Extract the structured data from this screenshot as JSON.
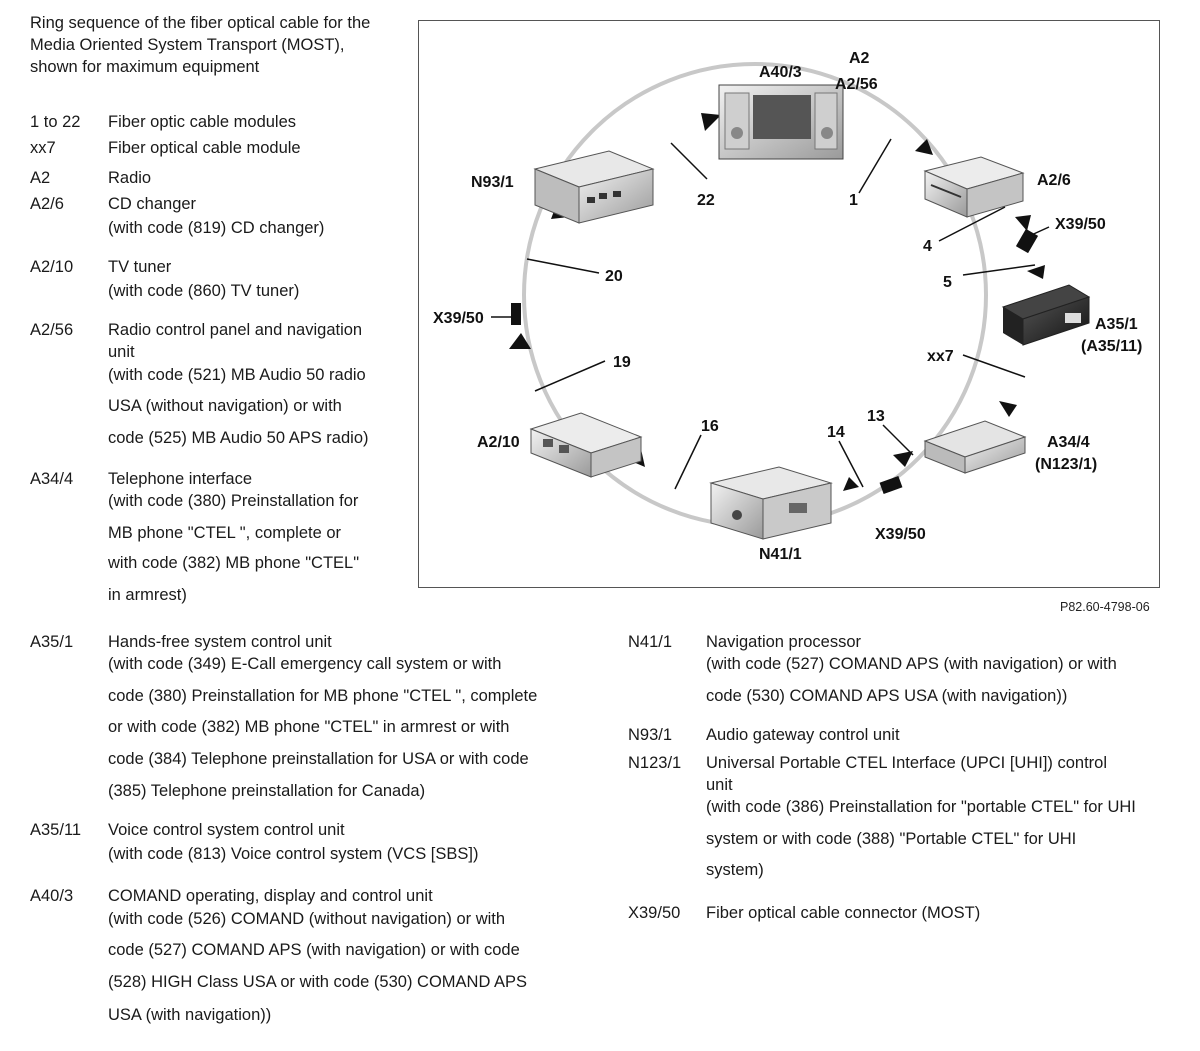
{
  "intro": "Ring sequence of the fiber optical cable for the Media Oriented System Transport (MOST), shown for maximum equipment",
  "legend_left": [
    {
      "code": "1 to 22",
      "lines": [
        "Fiber optic cable modules"
      ]
    },
    {
      "code": "xx7",
      "lines": [
        "Fiber optical cable module"
      ]
    },
    {
      "code": "A2",
      "lines": [
        "Radio"
      ]
    },
    {
      "code": "A2/6",
      "lines": [
        "CD changer",
        "(with code (819) CD changer)"
      ]
    },
    {
      "code": "A2/10",
      "lines": [
        "TV tuner",
        "(with code (860) TV tuner)"
      ]
    },
    {
      "code": "A2/56",
      "lines": [
        "Radio control panel and navigation",
        "unit",
        "(with code (521) MB Audio 50 radio",
        "USA (without navigation) or with",
        "code (525) MB Audio 50 APS radio)"
      ]
    },
    {
      "code": "A34/4",
      "lines": [
        "Telephone interface",
        "(with code (380) Preinstallation for",
        "MB phone \"CTEL \", complete or",
        "with code (382) MB phone \"CTEL\"",
        "in armrest)"
      ]
    }
  ],
  "legend_bottom_left": [
    {
      "code": "A35/1",
      "lines": [
        "Hands-free system control unit",
        "(with code (349) E-Call emergency call system or with",
        "code (380) Preinstallation for MB phone \"CTEL \", complete",
        "or with code (382) MB phone \"CTEL\" in armrest or with",
        "code (384) Telephone preinstallation for USA or with code",
        "(385) Telephone preinstallation for Canada)"
      ]
    },
    {
      "code": "A35/11",
      "lines": [
        "Voice control system control unit",
        "(with code (813) Voice control system (VCS [SBS])"
      ]
    },
    {
      "code": "A40/3",
      "lines": [
        "COMAND operating, display and control unit",
        "(with code (526) COMAND (without navigation) or with",
        "code (527) COMAND APS (with navigation) or with code",
        "(528) HIGH Class USA or with code (530) COMAND APS",
        "USA (with navigation))"
      ]
    }
  ],
  "legend_bottom_right": [
    {
      "code": "N41/1",
      "lines": [
        "Navigation processor",
        "(with code (527) COMAND APS (with navigation) or with",
        "code (530) COMAND APS USA (with navigation))"
      ]
    },
    {
      "code": "N93/1",
      "lines": [
        "Audio gateway control unit"
      ]
    },
    {
      "code": "N123/1",
      "lines": [
        "Universal Portable CTEL Interface (UPCI [UHI]) control",
        "unit",
        "(with code (386) Preinstallation for \"portable CTEL\" for UHI",
        "system or with code (388) \"Portable CTEL\" for UHI",
        "system)"
      ]
    },
    {
      "code": "X39/50",
      "lines": [
        "Fiber optical cable connector (MOST)"
      ]
    }
  ],
  "diagram": {
    "labels": {
      "a40_3": "A40/3",
      "a2": "A2",
      "a2_56": "A2/56",
      "a2_6": "A2/6",
      "x39_50_right": "X39/50",
      "a35_1": "A35/1",
      "a35_11": "(A35/11)",
      "xx7": "xx7",
      "a34_4": "A34/4",
      "n123_1": "(N123/1)",
      "x39_50_bottom": "X39/50",
      "n41_1": "N41/1",
      "a2_10": "A2/10",
      "x39_50_left": "X39/50",
      "n93_1": "N93/1",
      "num_1": "1",
      "num_4": "4",
      "num_5": "5",
      "num_13": "13",
      "num_14": "14",
      "num_16": "16",
      "num_19": "19",
      "num_20": "20",
      "num_22": "22"
    },
    "components": [
      "n93-1-unit",
      "a40-3-unit",
      "a2-6-unit",
      "a35-1-unit",
      "a34-4-unit",
      "n41-1-unit",
      "a2-10-unit"
    ]
  },
  "caption": "P82.60-4798-06"
}
